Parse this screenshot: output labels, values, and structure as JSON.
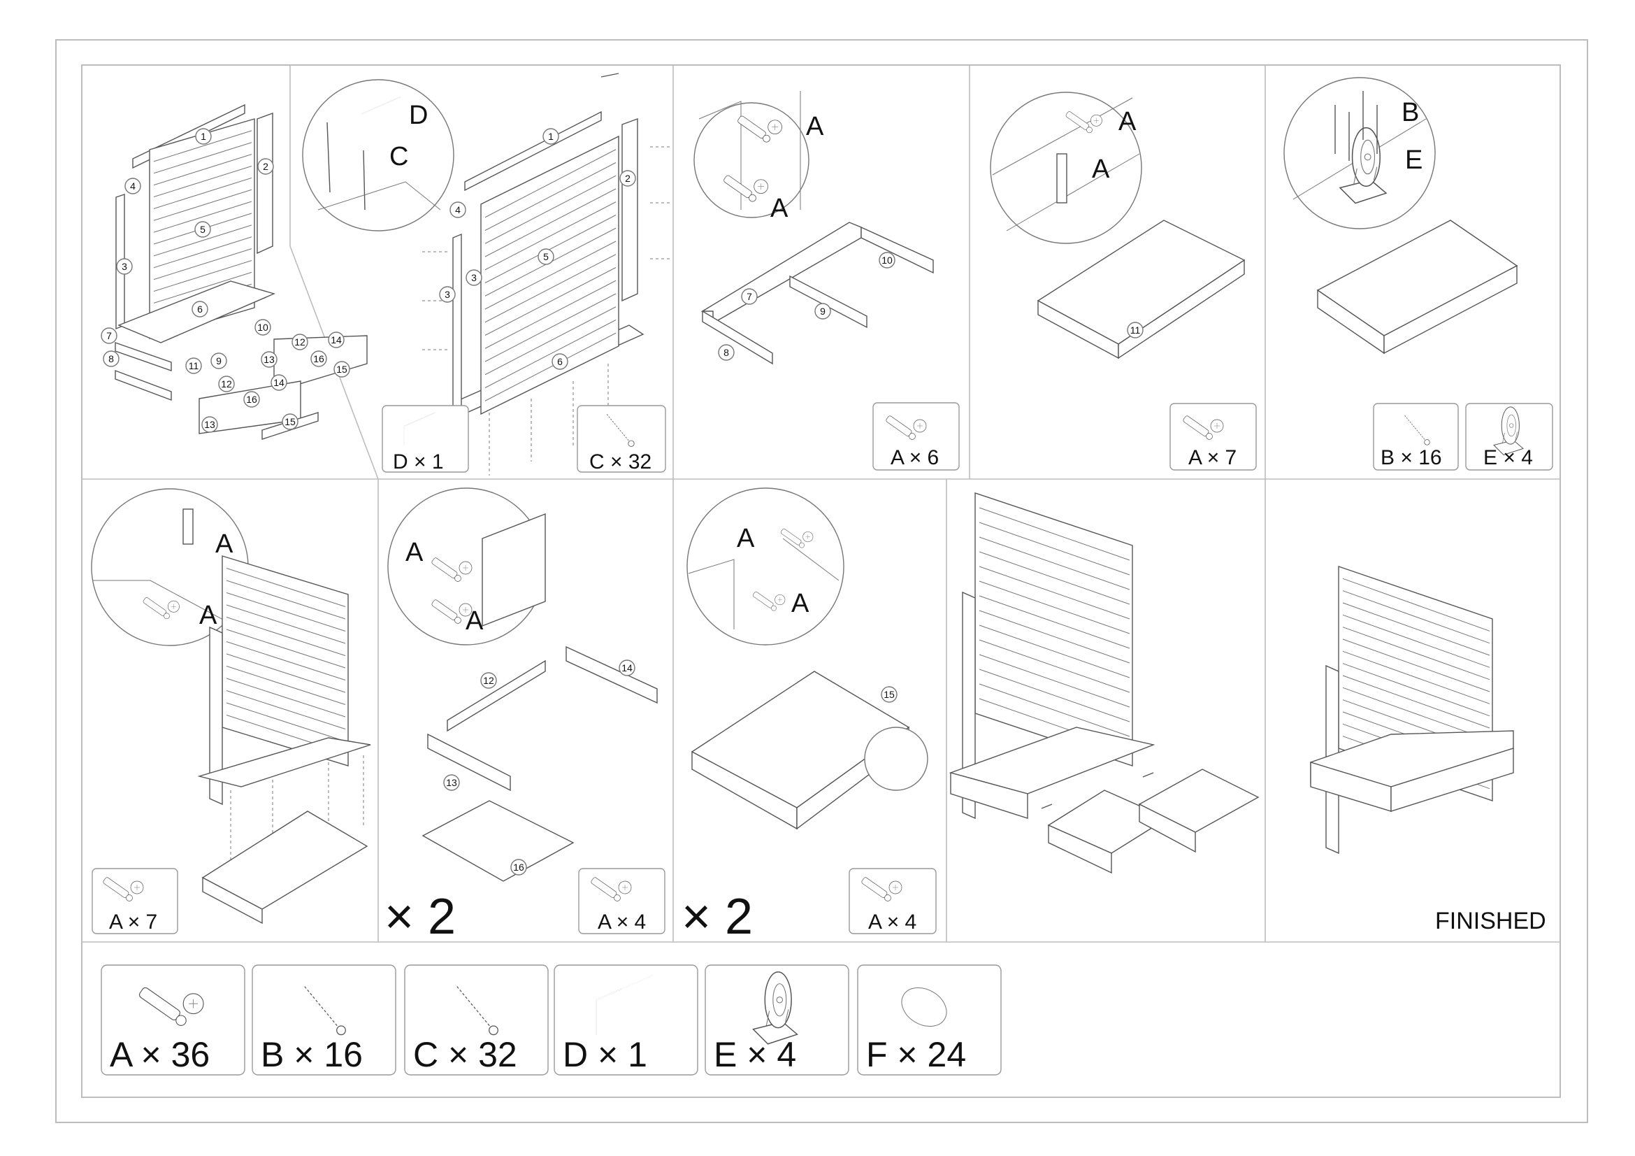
{
  "steps": {
    "step1": {
      "part_numbers": [
        "1",
        "2",
        "4",
        "5",
        "3",
        "6",
        "10",
        "7",
        "12",
        "14",
        "9",
        "13",
        "16",
        "8",
        "11",
        "15",
        "12",
        "14",
        "16",
        "13",
        "15"
      ]
    },
    "step2": {
      "callouts": [
        "D",
        "C"
      ],
      "part_numbers": [
        "1",
        "2",
        "4",
        "5",
        "3",
        "3",
        "6"
      ],
      "parts": [
        {
          "label": "D × 1"
        },
        {
          "label": "C × 32"
        }
      ]
    },
    "step3": {
      "callouts": [
        "A",
        "A"
      ],
      "part_numbers": [
        "10",
        "7",
        "9",
        "8"
      ],
      "parts": [
        {
          "label": "A × 6"
        }
      ]
    },
    "step4": {
      "callouts": [
        "A",
        "A"
      ],
      "part_numbers": [
        "11"
      ],
      "parts": [
        {
          "label": "A × 7"
        }
      ]
    },
    "step5": {
      "callouts": [
        "B",
        "E"
      ],
      "parts": [
        {
          "label": "B × 16"
        },
        {
          "label": "E × 4"
        }
      ]
    },
    "step6": {
      "callouts": [
        "A",
        "A"
      ],
      "parts": [
        {
          "label": "A × 7"
        }
      ]
    },
    "step7": {
      "callouts": [
        "A",
        "A"
      ],
      "part_numbers": [
        "12",
        "14",
        "13",
        "16"
      ],
      "repeat": "× 2",
      "parts": [
        {
          "label": "A × 4"
        }
      ]
    },
    "step8": {
      "callouts": [
        "A",
        "A"
      ],
      "part_numbers": [
        "15"
      ],
      "repeat": "× 2",
      "parts": [
        {
          "label": "A × 4"
        }
      ]
    },
    "step10": {
      "finished_label": "FINISHED"
    }
  },
  "hardware_list": [
    {
      "label": "A × 36",
      "icon": "cam-lock-dowel"
    },
    {
      "label": "B × 16",
      "icon": "wood-screw"
    },
    {
      "label": "C × 32",
      "icon": "confirmat-screw"
    },
    {
      "label": "D × 1",
      "icon": "allen-key"
    },
    {
      "label": "E × 4",
      "icon": "caster-wheel"
    },
    {
      "label": "F × 24",
      "icon": "cover-cap"
    }
  ]
}
